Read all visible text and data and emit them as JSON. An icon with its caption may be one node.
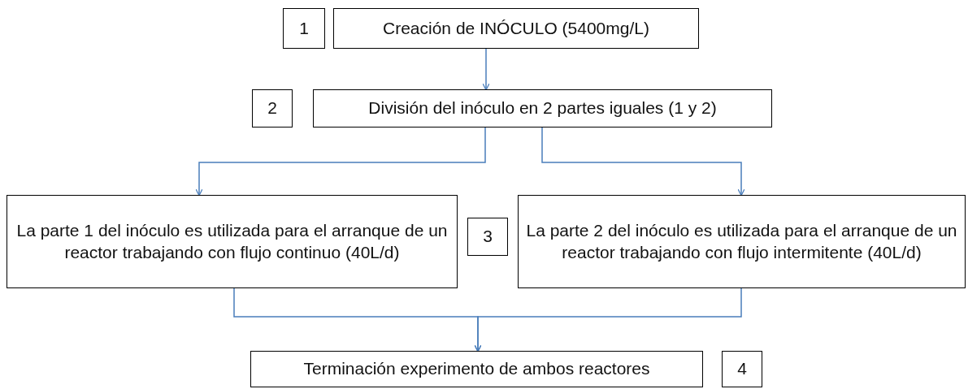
{
  "diagram": {
    "nodes": [
      {
        "text": [
          "1"
        ]
      },
      {
        "text": [
          "Creación de INÓCULO (5400mg/L)"
        ]
      },
      {
        "text": [
          "2"
        ]
      },
      {
        "text": [
          "División del inóculo en 2 partes iguales (1 y 2)"
        ]
      },
      {
        "text": [
          "La parte 1 del inóculo es utilizada para el arranque de un reactor trabajando con flujo continuo (40L/d)"
        ]
      },
      {
        "text": [
          "3"
        ]
      },
      {
        "text": [
          "La parte 2 del inóculo es utilizada para el arranque de un reactor trabajando con flujo intermitente (40L/d)"
        ]
      },
      {
        "text": [
          "Terminación experimento de ambos reactores"
        ]
      },
      {
        "text": [
          "4"
        ]
      }
    ],
    "edges": [
      {
        "from": 1,
        "to": 3,
        "arrow": "to"
      },
      {
        "from": 3,
        "to": 4,
        "arrow": "to"
      },
      {
        "from": 3,
        "to": 6,
        "arrow": "to"
      },
      {
        "from": 4,
        "to": 7,
        "arrow": "to"
      },
      {
        "from": 6,
        "to": 7,
        "arrow": "to"
      }
    ]
  }
}
